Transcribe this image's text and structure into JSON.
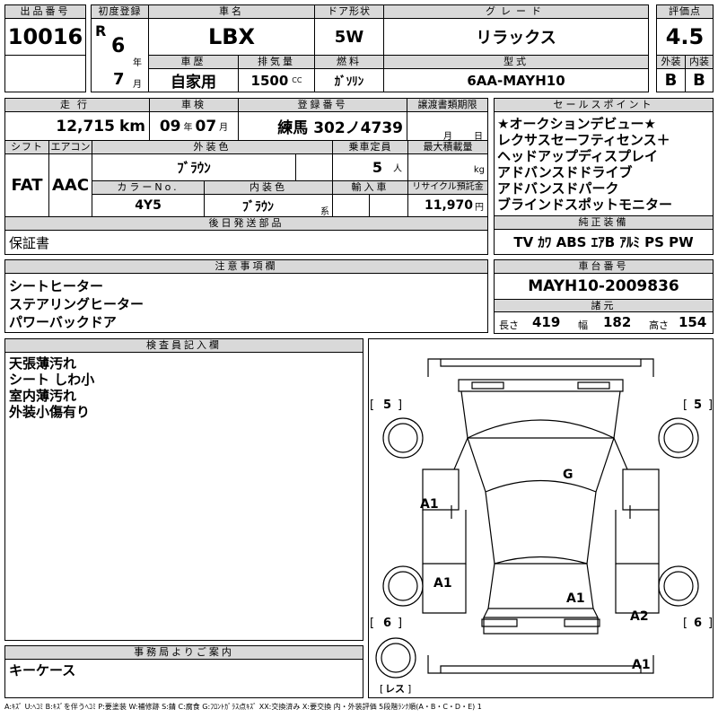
{
  "headers": {
    "lot_no": "出品番号",
    "first_reg": "初度登録",
    "car_name": "車名",
    "door": "ドア形状",
    "grade": "グレード",
    "score": "評価点",
    "history": "車歴",
    "displacement": "排気量",
    "fuel": "燃料",
    "model": "型式",
    "exterior": "外装",
    "interior": "内装",
    "mileage": "走行",
    "inspection": "車検",
    "reg_no": "登録番号",
    "transfer": "譲渡書類期限",
    "sales": "セールスポイント",
    "shift": "シフト",
    "aircon": "エアコン",
    "ext_color": "外装色",
    "capacity": "乗車定員",
    "load": "最大積載量",
    "color_no": "カラーNo.",
    "int_color": "内装色",
    "import": "輸入車",
    "recycle": "リサイクル預託金",
    "later": "後日発送部品",
    "equipment": "純正装備",
    "notes": "注意事項欄",
    "chassis": "車台番号",
    "specs": "諸元",
    "inspector": "検査員記入欄",
    "office": "事務局よりご案内"
  },
  "lot_no": "10016",
  "era": "R",
  "year": "6",
  "year_unit": "年",
  "month": "7",
  "month_unit": "月",
  "car_name": "LBX",
  "door": "5W",
  "grade": "リラックス",
  "score": "4.5",
  "exterior_score": "B",
  "interior_score": "B",
  "history": "自家用",
  "displacement": "1500",
  "displacement_unit": "CC",
  "fuel": "ｶﾞｿﾘﾝ",
  "model": "6AA-MAYH10",
  "mileage": "12,715",
  "mileage_unit": "km",
  "inspection_year": "09",
  "inspection_year_unit": "年",
  "inspection_month": "07",
  "inspection_month_unit": "月",
  "reg_no": "練馬 302ノ4739",
  "transfer_month_unit": "月",
  "transfer_day_unit": "日",
  "sales_points": [
    "★オークションデビュー★",
    "レクサスセーフティセンス＋",
    "ヘッドアップディスプレイ",
    "アドバンスドドライブ",
    "アドバンスドパーク",
    "ブラインドスポットモニター"
  ],
  "shift": "FAT",
  "aircon": "AAC",
  "ext_color": "ﾌﾞﾗｳﾝ",
  "capacity": "5",
  "capacity_unit": "人",
  "load_unit": "kg",
  "color_no": "4Y5",
  "int_color": "ﾌﾞﾗｳﾝ",
  "int_color_unit": "系",
  "recycle": "11,970",
  "recycle_unit": "円",
  "later_parts": "保証書",
  "equipment": "TV ｶﾜ ABS ｴｱB ｱﾙﾐ PS PW",
  "notes": [
    "シートヒーター",
    "ステアリングヒーター",
    "パワーバックドア"
  ],
  "chassis_no": "MAYH10-2009836",
  "length_label": "長さ",
  "length": "419",
  "width_label": "幅",
  "width": "182",
  "height_label": "高さ",
  "height": "154",
  "inspector_notes": [
    "天張薄汚れ",
    "シート しわ小",
    "室内薄汚れ",
    "外装小傷有り"
  ],
  "office_notes": "キーケース",
  "diagram": {
    "tire_front_left": "5",
    "tire_front_right": "5",
    "tire_rear_left": "6",
    "tire_rear_right": "6",
    "spare": "レス",
    "marks": [
      "G",
      "A1",
      "A1",
      "A1",
      "A2",
      "A1"
    ]
  },
  "legend": "A:ｷｽﾞ U:ﾍｺﾐ B:ｷｽﾞを伴うﾍｺﾐ P:要塗装 W:補修跡 S:錆 C:腐食 G:ﾌﾛﾝﾄｶﾞﾗｽ点ｷｽﾞ XX:交換済み X:要交換  内・外装評価 5段階ﾗﾝｸ順(A・B・C・D・E) 1"
}
